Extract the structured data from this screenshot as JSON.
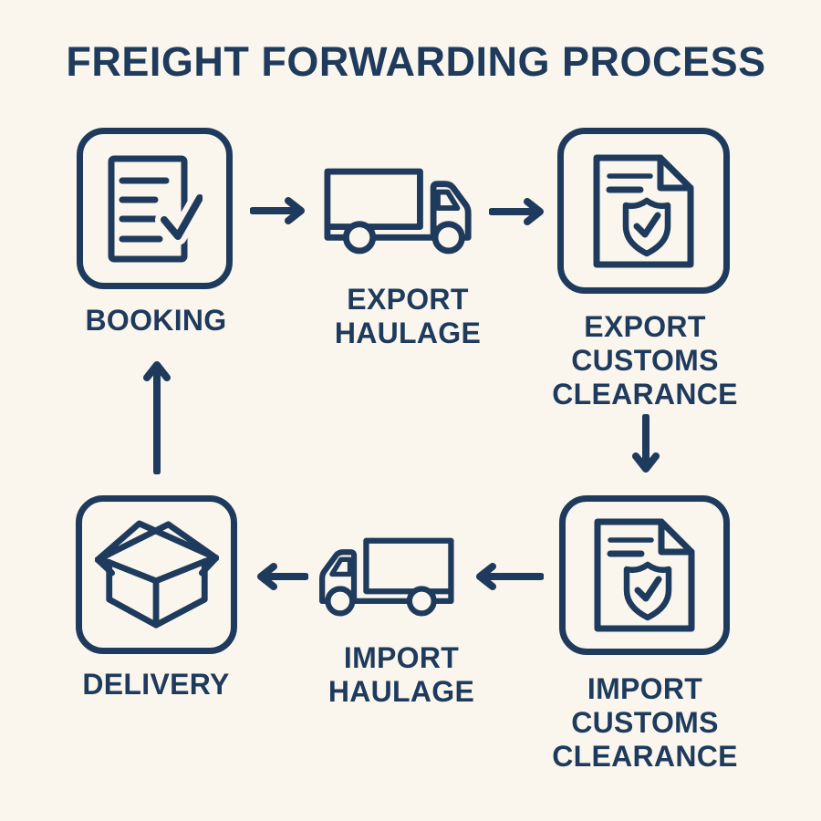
{
  "title": "FREIGHT FORWARDING PROCESS",
  "colors": {
    "background": "#FAF6ED",
    "ink": "#1E3A5C"
  },
  "steps": [
    {
      "id": "booking",
      "label": "BOOKING",
      "icon": "document-checklist-icon",
      "boxed": true
    },
    {
      "id": "export-haulage",
      "label": "EXPORT\nHAULAGE",
      "icon": "delivery-truck-right-icon",
      "boxed": false
    },
    {
      "id": "export-customs-clearance",
      "label": "EXPORT\nCUSTOMS\nCLEARANCE",
      "icon": "document-shield-check-icon",
      "boxed": true
    },
    {
      "id": "import-customs-clearance",
      "label": "IMPORT\nCUSTOMS\nCLEARANCE",
      "icon": "document-shield-check-icon",
      "boxed": true
    },
    {
      "id": "import-haulage",
      "label": "IMPORT\nHAULAGE",
      "icon": "delivery-truck-left-icon",
      "boxed": false
    },
    {
      "id": "delivery",
      "label": "DELIVERY",
      "icon": "open-box-icon",
      "boxed": true
    }
  ],
  "flow": [
    {
      "from": "booking",
      "to": "export-haulage",
      "direction": "right"
    },
    {
      "from": "export-haulage",
      "to": "export-customs-clearance",
      "direction": "right"
    },
    {
      "from": "export-customs-clearance",
      "to": "import-customs-clearance",
      "direction": "down"
    },
    {
      "from": "import-customs-clearance",
      "to": "import-haulage",
      "direction": "left"
    },
    {
      "from": "import-haulage",
      "to": "delivery",
      "direction": "left"
    },
    {
      "from": "delivery",
      "to": "booking",
      "direction": "up"
    }
  ]
}
